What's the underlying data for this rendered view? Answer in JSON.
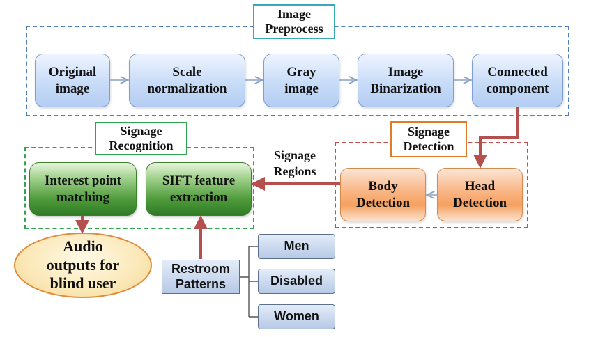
{
  "preprocess": {
    "title": "Image Preprocess",
    "nodes": [
      "Original image",
      "Scale normalization",
      "Gray image",
      "Image Binarization",
      "Connected component"
    ]
  },
  "detection": {
    "title": "Signage Detection",
    "nodes": {
      "head": "Head Detection",
      "body": "Body Detection"
    }
  },
  "recognition": {
    "title": "Signage Recognition",
    "nodes": {
      "sift": "SIFT feature extraction",
      "interest": "Interest point matching"
    }
  },
  "edge_label": "Signage Regions",
  "output": "Audio outputs for blind user",
  "patterns": {
    "label": "Restroom Patterns",
    "items": [
      "Men",
      "Disabled",
      "Women"
    ]
  },
  "colors": {
    "preprocess_border": "#4f7fbf",
    "detection_border": "#c0504d",
    "recognition_border": "#2ea44f",
    "detection_title_border": "#e07b2a",
    "preprocess_title_border": "#3aa6c0",
    "arrow_red": "#b5504e",
    "arrow_gray": "#8aa0c0"
  }
}
